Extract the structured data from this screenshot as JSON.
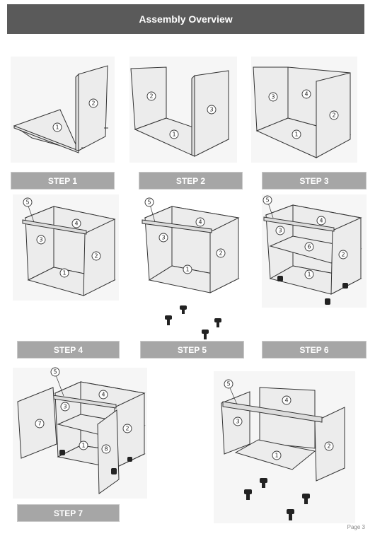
{
  "header": {
    "title": "Assembly Overview"
  },
  "steps": [
    {
      "label": "STEP 1"
    },
    {
      "label": "STEP 2"
    },
    {
      "label": "STEP 3"
    },
    {
      "label": "STEP 4"
    },
    {
      "label": "STEP 5"
    },
    {
      "label": "STEP 6"
    },
    {
      "label": "STEP 7"
    }
  ],
  "footer": {
    "page": "Page 3"
  },
  "part_numbers": [
    "1",
    "2",
    "3",
    "4",
    "5",
    "6",
    "7",
    "8"
  ],
  "colors": {
    "header_bg": "#5a5a5a",
    "step_bg": "#a6a6a6",
    "panel_bg": "#f6f6f6"
  }
}
